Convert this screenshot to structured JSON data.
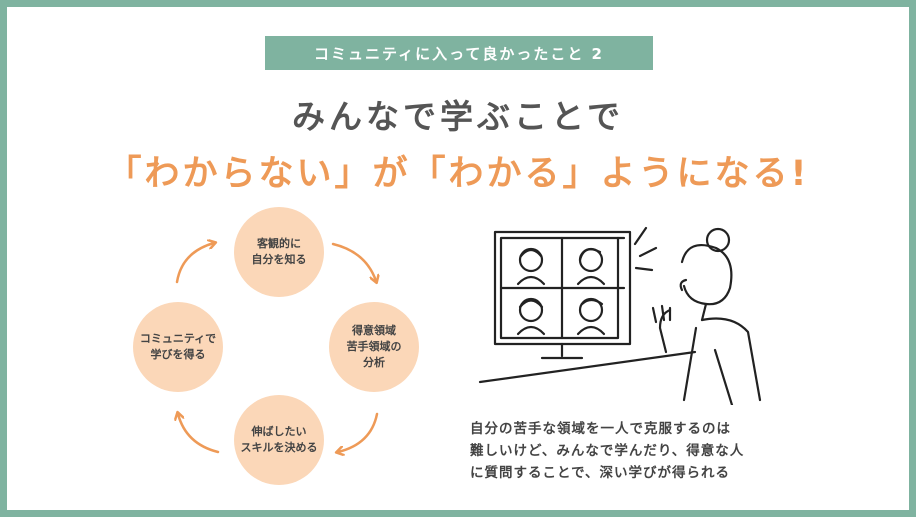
{
  "tagline": "コミュニティに入って良かったこと 2",
  "headline": {
    "line1": "みんなで学ぶことで",
    "line2": "「わからない」が「わかる」ようになる!"
  },
  "cycle": {
    "steps": [
      {
        "lines": [
          "客観的に",
          "自分を知る"
        ]
      },
      {
        "lines": [
          "得意領域",
          "苦手領域の",
          "分析"
        ]
      },
      {
        "lines": [
          "伸ばしたい",
          "スキルを決める"
        ]
      },
      {
        "lines": [
          "コミュニティで",
          "学びを得る"
        ]
      }
    ]
  },
  "description": {
    "lines": [
      "自分の苦手な領域を一人で克服するのは",
      "難しいけど、みんなで学んだり、得意な人",
      "に質問することで、深い学びが得られる"
    ]
  },
  "colors": {
    "frame": "#7fb3a0",
    "accent": "#ee9a57",
    "circle_fill": "#fbd7b8",
    "heading_text": "#555555"
  },
  "illustration": {
    "icons": [
      "video-call-monitor",
      "participant-face",
      "woman-waving"
    ]
  }
}
